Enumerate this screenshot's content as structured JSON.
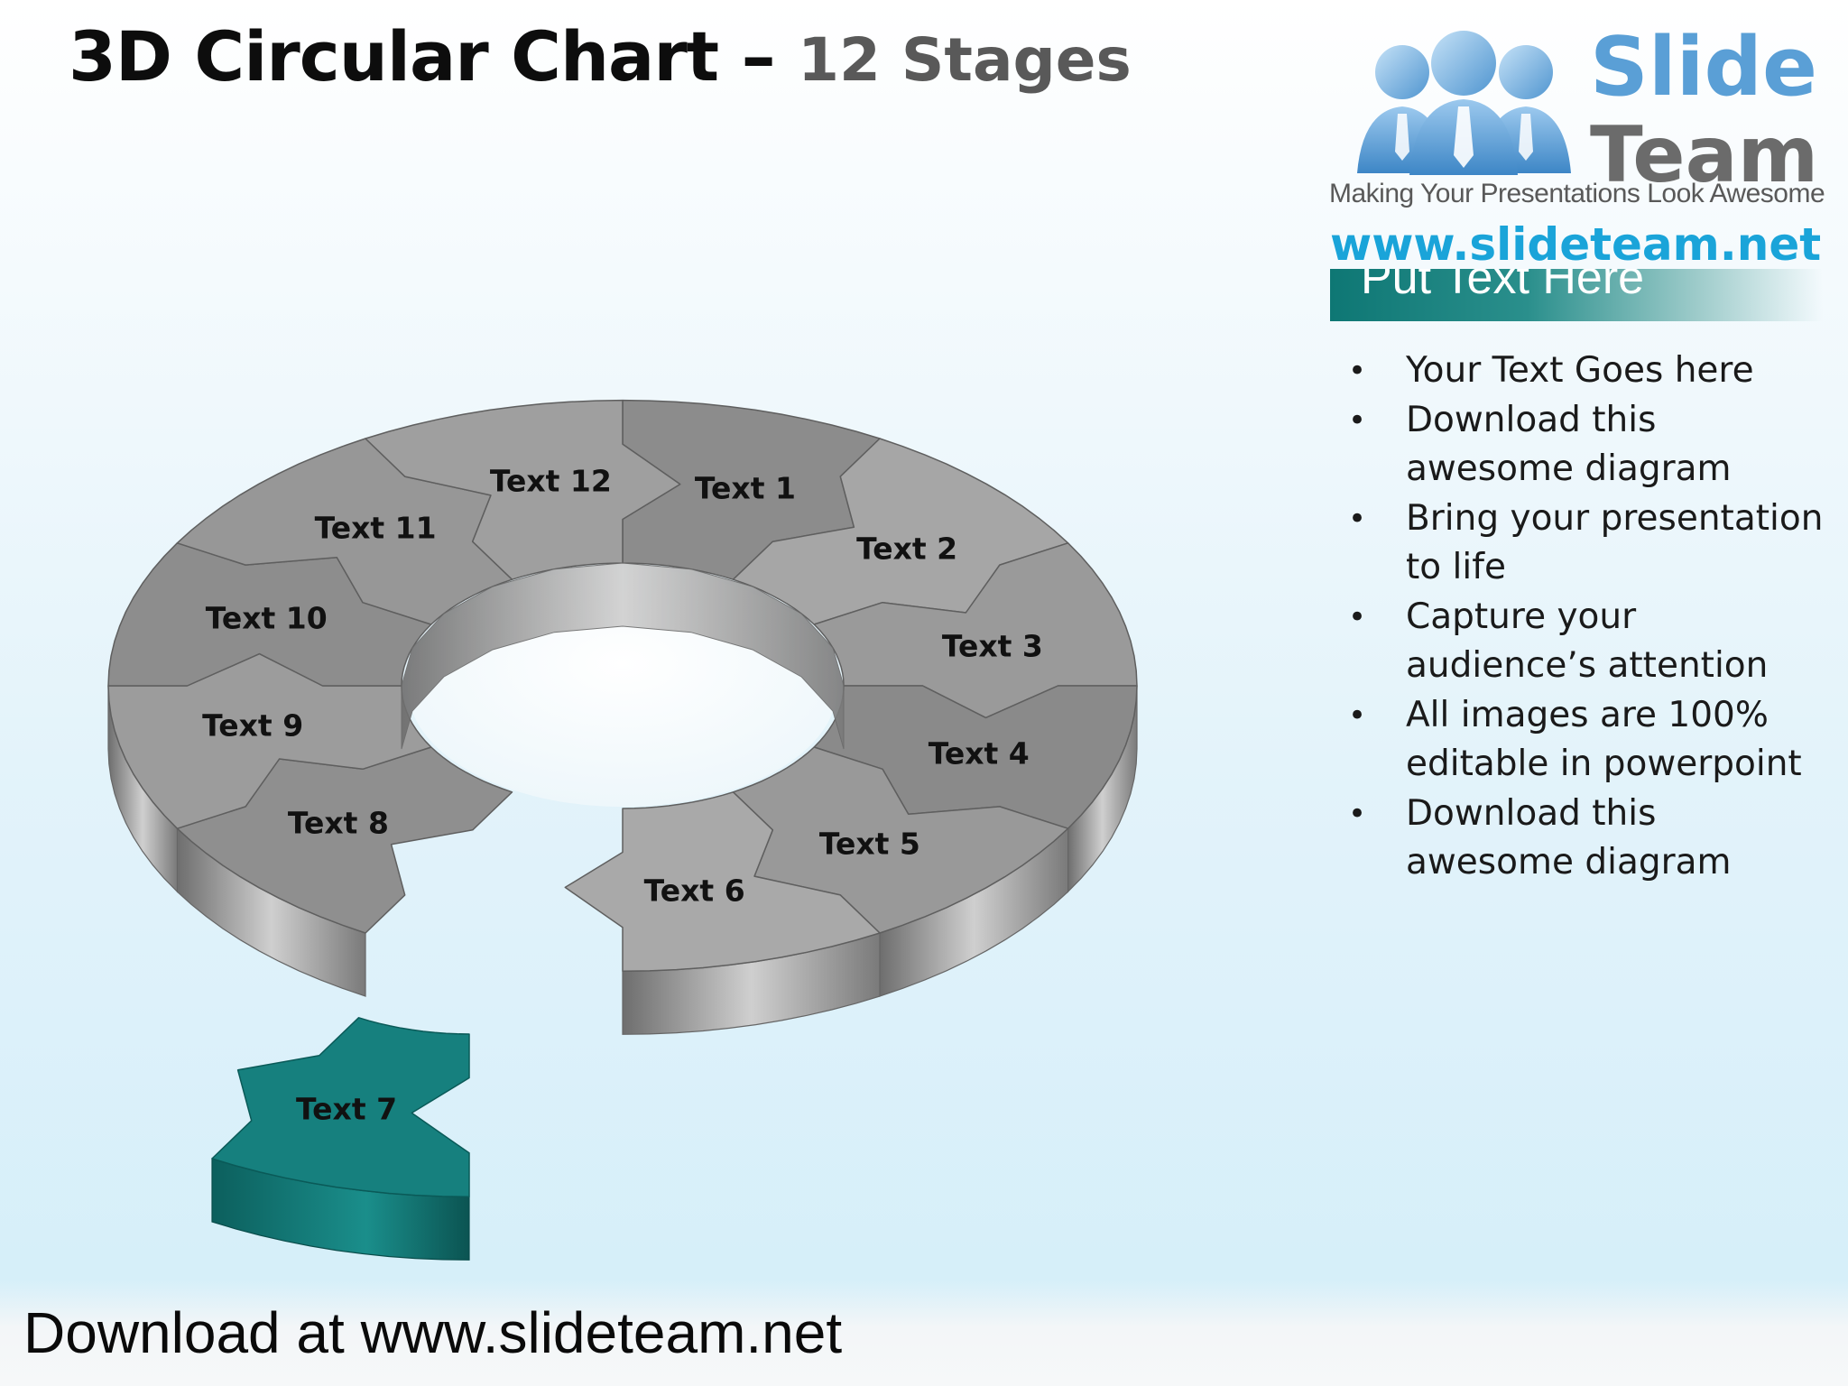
{
  "slide": {
    "title_main": "3D Circular Chart –",
    "title_sub": "12 Stages",
    "footer": "Download at www.slideteam.net"
  },
  "logo": {
    "word1": "Slide",
    "word2": "Team",
    "tagline": "Making Your Presentations Look Awesome",
    "url": "www.slideteam.net"
  },
  "panel": {
    "header": "Put Text Here",
    "bullets": [
      "Your Text Goes here",
      "Download this awesome diagram",
      "Bring your presentation to life",
      "Capture your audience’s attention",
      "All images are 100% editable in powerpoint",
      "Download this awesome diagram"
    ]
  },
  "diagram": {
    "stages": [
      {
        "label": "Text 1",
        "color": "#8c8c8c"
      },
      {
        "label": "Text 2",
        "color": "#a6a6a6"
      },
      {
        "label": "Text 3",
        "color": "#9a9a9a"
      },
      {
        "label": "Text 4",
        "color": "#8a8a8a"
      },
      {
        "label": "Text 5",
        "color": "#999999"
      },
      {
        "label": "Text 6",
        "color": "#a9a9a9"
      },
      {
        "label": "Text 7",
        "color": "#16807e",
        "highlight": true
      },
      {
        "label": "Text 8",
        "color": "#8f8f8f"
      },
      {
        "label": "Text 9",
        "color": "#9c9c9c"
      },
      {
        "label": "Text 10",
        "color": "#8d8d8d"
      },
      {
        "label": "Text 11",
        "color": "#979797"
      },
      {
        "label": "Text 12",
        "color": "#9f9f9f"
      }
    ]
  },
  "colors": {
    "accent": "#16807e",
    "ring_gray": "#9a9a9a",
    "logo_blue": "#5a9fd6",
    "url_blue": "#1aa4d9"
  }
}
